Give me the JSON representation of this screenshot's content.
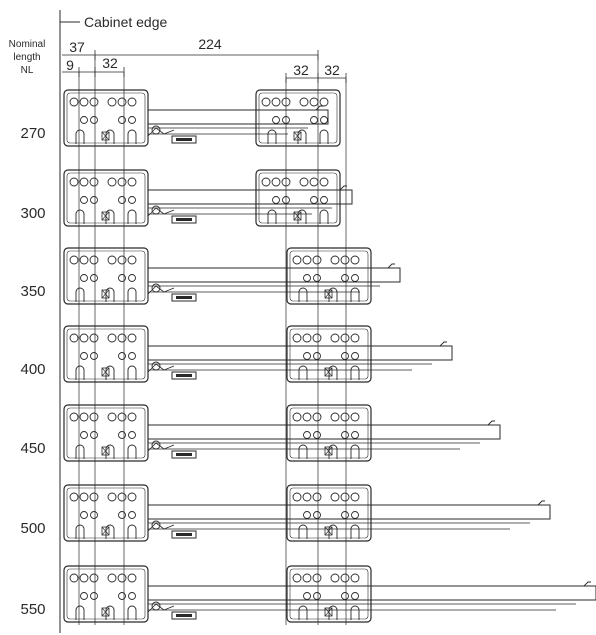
{
  "header": {
    "cabinet_edge_label": "Cabinet edge",
    "nominal_length_label_lines": [
      "Nominal",
      "length",
      "NL"
    ]
  },
  "dimensions": {
    "d37": "37",
    "d224": "224",
    "d9": "9",
    "d32_left": "32",
    "d32_right_a": "32",
    "d32_right_b": "32"
  },
  "rows": [
    {
      "nominal_length": "270"
    },
    {
      "nominal_length": "300"
    },
    {
      "nominal_length": "350"
    },
    {
      "nominal_length": "400"
    },
    {
      "nominal_length": "450"
    },
    {
      "nominal_length": "500"
    },
    {
      "nominal_length": "550"
    }
  ],
  "colors": {
    "line": "#2a2a2a",
    "background": "#ffffff"
  }
}
